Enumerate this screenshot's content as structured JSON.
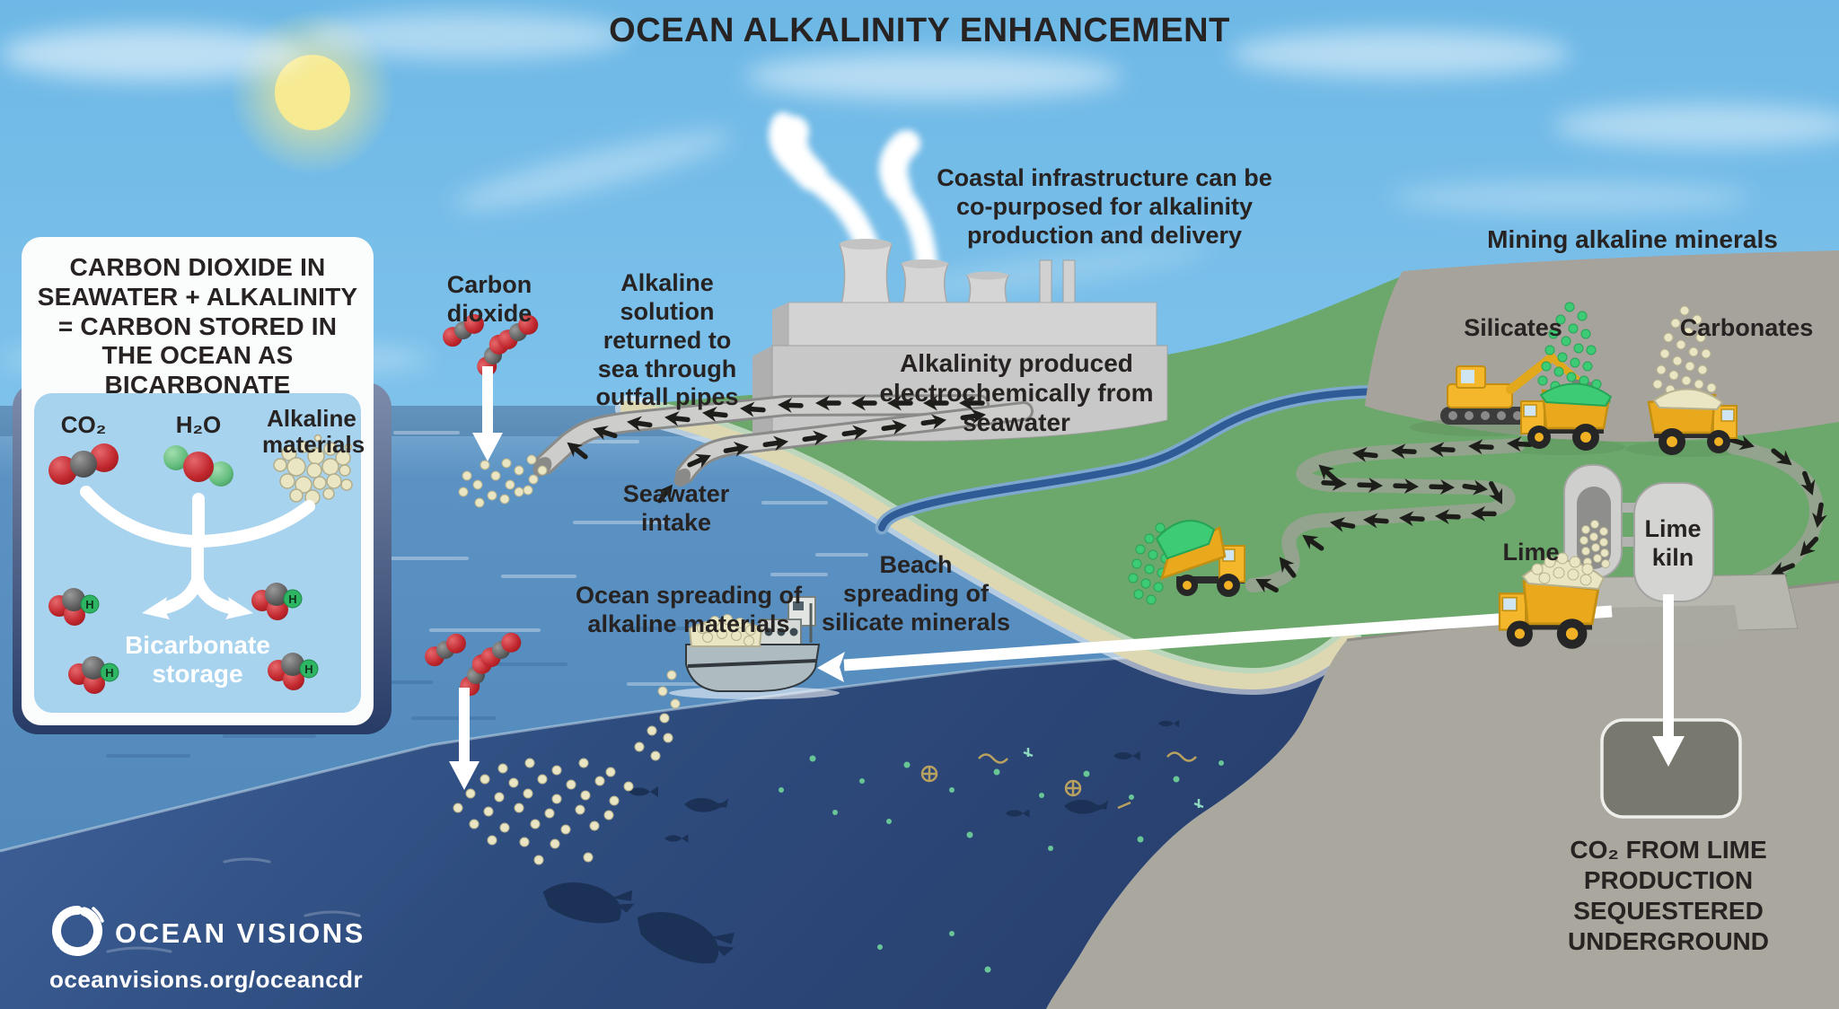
{
  "title": "OCEAN ALKALINITY ENHANCEMENT",
  "panel": {
    "headline": "CARBON DIOXIDE IN\nSEAWATER + ALKALINITY\n= CARBON STORED IN\nTHE OCEAN AS\nBICARBONATE",
    "co2_label": "CO₂",
    "h2o_label": "H₂O",
    "alkaline_materials_label": "Alkaline\nmaterials",
    "bicarbonate_label": "Bicarbonate\nstorage",
    "h_atom_label": "H"
  },
  "labels": {
    "carbon_dioxide": "Carbon\ndioxide",
    "alkaline_solution": "Alkaline\nsolution\nreturned to\nsea through\noutfall pipes",
    "coastal_infrastructure": "Coastal infrastructure can be\nco-purposed for alkalinity\nproduction and delivery",
    "alkalinity_produced": "Alkalinity produced\nelectrochemically from\nseawater",
    "seawater_intake": "Seawater\nintake",
    "ocean_spreading": "Ocean spreading of\nalkaline materials",
    "beach_spreading": "Beach\nspreading of\nsilicate minerals",
    "mining": "Mining alkaline minerals",
    "silicates": "Silicates",
    "carbonates": "Carbonates",
    "lime": "Lime",
    "lime_kiln": "Lime\nkiln",
    "co2_sequestered": "CO₂ FROM LIME\nPRODUCTION\nSEQUESTERED\nUNDERGROUND"
  },
  "footer": {
    "org": "OCEAN VISIONS",
    "url": "oceanvisions.org/oceancdr"
  },
  "colors": {
    "sky": "#79bfe9",
    "sea_surface": "#5b92c3",
    "deep_sea": "#2e4c7e",
    "land_green": "#6ca76c",
    "sand": "#ddd8b2",
    "quarry_gray": "#a6a39c",
    "underground_gray": "#a9a79e",
    "factory_gray": "#c7c8c7",
    "truck_yellow": "#f4b62a",
    "silicate_green": "#3ecb76",
    "lime_cream": "#eae6c4",
    "co2_red": "#c0272d",
    "molecule_gray": "#5f5f5f",
    "h2o_green": "#63bd7d",
    "panel_blue": "#a8d3ee",
    "text_dark": "#272322",
    "white": "#ffffff"
  }
}
